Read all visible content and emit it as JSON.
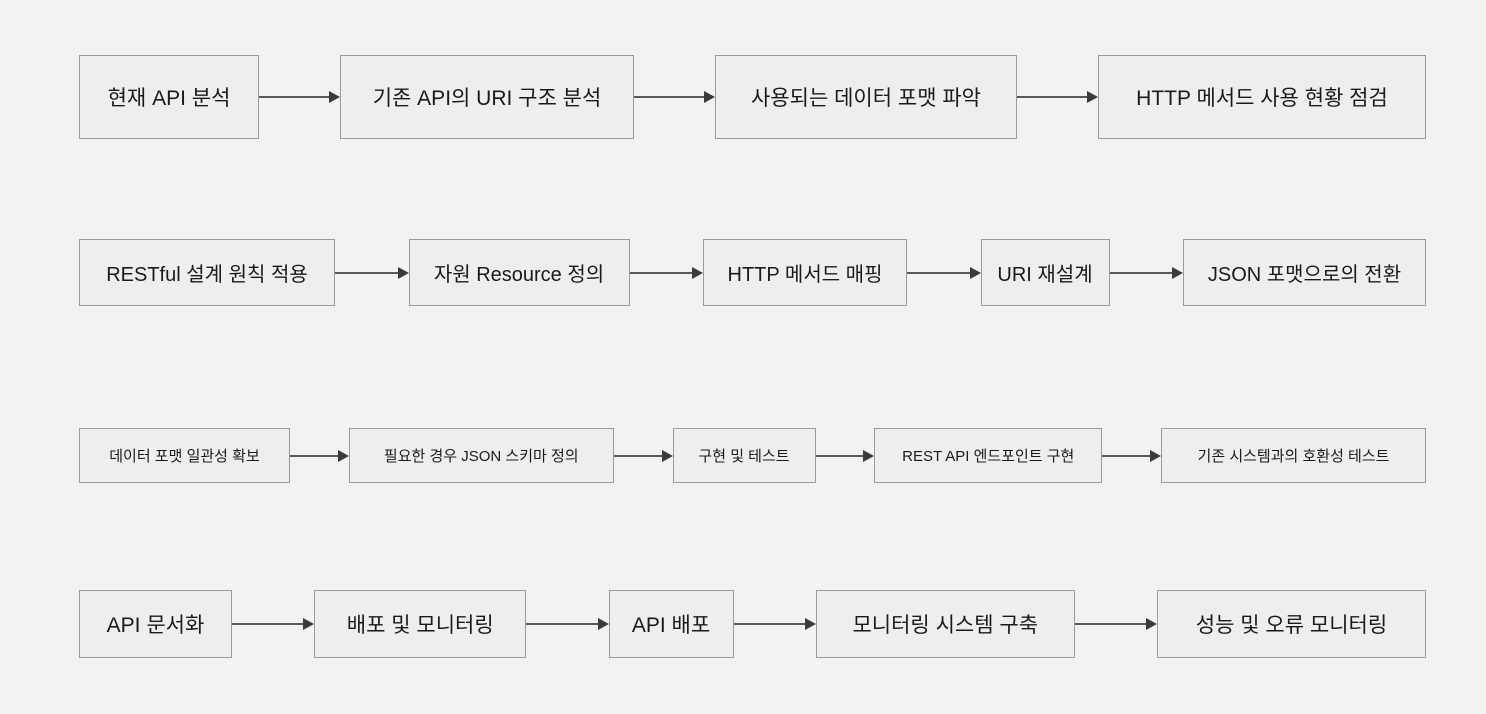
{
  "diagram": {
    "type": "flowchart",
    "background_color": "#f2f2f2",
    "node_fill_color": "#eeeeee",
    "node_border_color": "#9a9a9a",
    "arrow_color": "#585858",
    "text_color": "#1a1a1a",
    "rows": [
      {
        "id": "row-1",
        "nodes": [
          "현재 API 분석",
          "기존 API의 URI 구조 분석",
          "사용되는 데이터 포맷 파악",
          "HTTP 메서드 사용 현황 점검"
        ]
      },
      {
        "id": "row-2",
        "nodes": [
          "RESTful 설계 원칙 적용",
          "자원 Resource 정의",
          "HTTP 메서드 매핑",
          "URI 재설계",
          "JSON 포맷으로의 전환"
        ]
      },
      {
        "id": "row-3",
        "nodes": [
          "데이터 포맷 일관성 확보",
          "필요한 경우 JSON 스키마 정의",
          "구현 및 테스트",
          "REST API 엔드포인트 구현",
          "기존 시스템과의 호환성 테스트"
        ]
      },
      {
        "id": "row-4",
        "nodes": [
          "API 문서화",
          "배포 및 모니터링",
          "API 배포",
          "모니터링 시스템 구축",
          "성능 및 오류 모니터링"
        ]
      }
    ]
  }
}
